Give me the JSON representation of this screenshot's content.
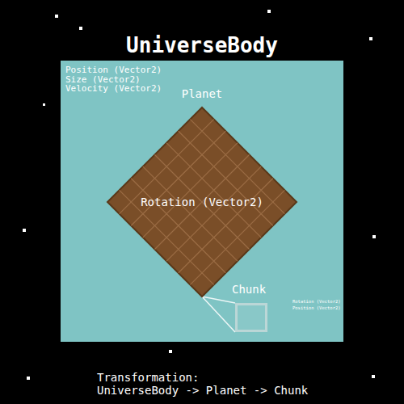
{
  "diagram": {
    "title": "UniverseBody",
    "caption": "Transformation:",
    "nodes": [
      {
        "text": [
          "Position (Vector2)",
          "Size (Vector2)",
          "Velocity (Vector2)"
        ]
      },
      {
        "text": [
          "Planet",
          "Rotation (Vector2)"
        ],
        "in": 0
      },
      {
        "text": [
          "Chunk",
          "Rotation (Vector2)",
          "Position (Vector2)"
        ],
        "in": 0
      }
    ],
    "edges": [
      {
        "from": 1,
        "to": 2,
        "arrow": "none"
      }
    ],
    "labels": [
      "UniverseBody -> Planet -> Chunk"
    ]
  }
}
